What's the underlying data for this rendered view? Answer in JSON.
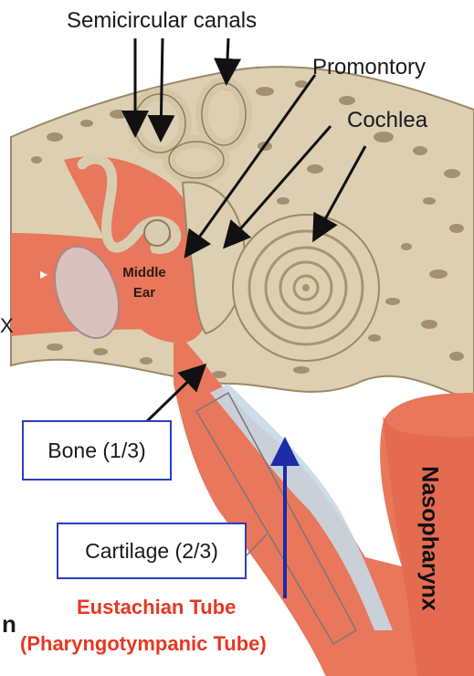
{
  "labels": {
    "semicircular_canals": "Semicircular canals",
    "promontory": "Promontory",
    "cochlea": "Cochlea",
    "middle_ear_line1": "Middle",
    "middle_ear_line2": "Ear",
    "bone": "Bone (1/3)",
    "cartilage": "Cartilage (2/3)",
    "nasopharynx": "Nasopharynx",
    "eustachian_tube": "Eustachian Tube",
    "pharyngotympanic_tube": "(Pharyngotympanic Tube)",
    "edge_letter_x": "X",
    "edge_letter_n": "n"
  },
  "colors": {
    "bone": "#d9cdb0",
    "bone_dark": "#8f7c5a",
    "soft_tissue": "#e9775b",
    "cartilage": "#c5d9e6",
    "label_box_border": "#2a3fbf",
    "tube_label": "#e53822",
    "tube_arrow": "#1c2ba8"
  }
}
